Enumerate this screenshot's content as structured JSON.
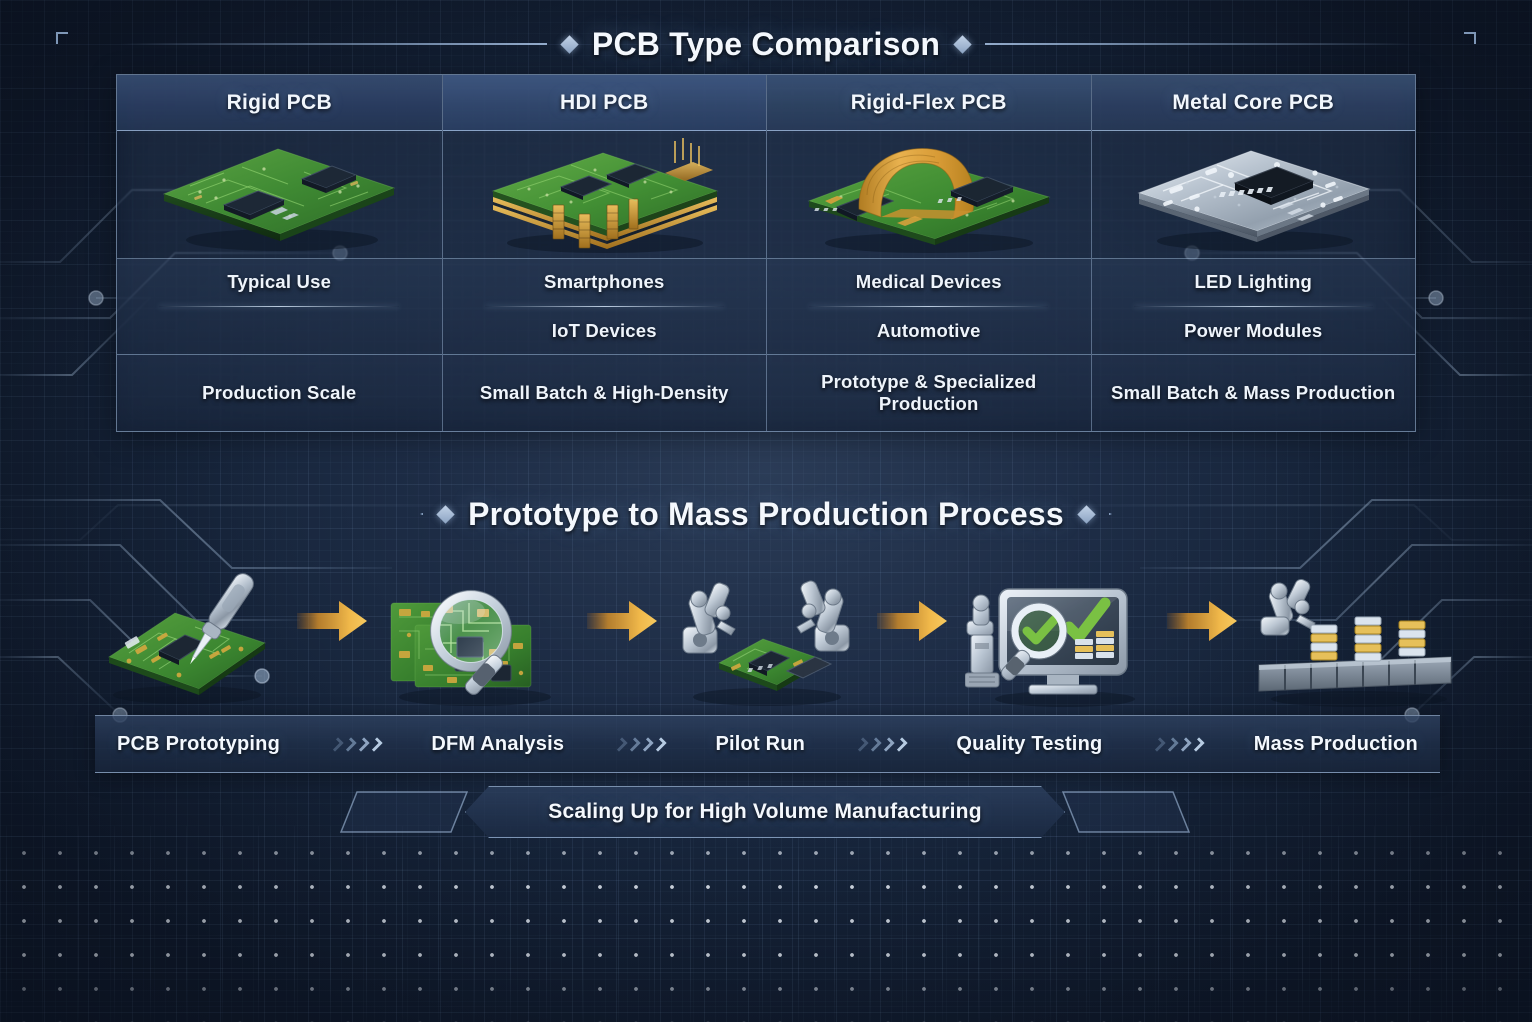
{
  "sections": {
    "comparison_title": "PCB Type Comparison",
    "process_title": "Prototype to Mass Production Process",
    "footer_banner": "Scaling Up for High Volume Manufacturing"
  },
  "comparison_table": {
    "columns": [
      {
        "header": "Rigid PCB",
        "image": "rigid-pcb-illustration",
        "typical_use": [
          "Typical Use"
        ],
        "production_scale": "Production Scale",
        "is_row_label_column": true
      },
      {
        "header": "HDI PCB",
        "image": "hdi-multilayer-pcb-illustration",
        "typical_use": [
          "Smartphones",
          "IoT Devices"
        ],
        "production_scale": "Small Batch & High-Density",
        "is_row_label_column": false
      },
      {
        "header": "Rigid-Flex PCB",
        "image": "rigid-flex-pcb-illustration",
        "typical_use": [
          "Medical Devices",
          "Automotive"
        ],
        "production_scale": "Prototype & Specialized Production",
        "is_row_label_column": false
      },
      {
        "header": "Metal Core PCB",
        "image": "metal-core-pcb-illustration",
        "typical_use": [
          "LED Lighting",
          "Power Modules"
        ],
        "production_scale": "Small Batch & Mass Production",
        "is_row_label_column": false
      }
    ]
  },
  "process_flow": {
    "steps": [
      {
        "label": "PCB Prototyping",
        "icon": "pcb-with-soldering-probe-icon"
      },
      {
        "label": "DFM Analysis",
        "icon": "pcb-with-magnifier-icon"
      },
      {
        "label": "Pilot Run",
        "icon": "robot-arms-assembly-icon"
      },
      {
        "label": "Quality Testing",
        "icon": "monitor-checkmark-inspection-icon"
      },
      {
        "label": "Mass Production",
        "icon": "conveyor-robot-stacks-icon"
      }
    ],
    "separator_icon": "double-chevron-right-icon",
    "arrow_icon": "arrow-right-icon",
    "arrow_count": 4
  },
  "colors": {
    "background_deep": "#101a2c",
    "background_mid": "#2b3c57",
    "panel_fill": "#2c4065",
    "border_line": "#b0cbec",
    "text_primary": "#f4f8fd",
    "accent_arrow": "#f0b84a",
    "accent_arrow_dark": "#c8822a",
    "pcb_green": "#3f8a33",
    "pcb_gold": "#d8a13c",
    "metal_silver": "#c3ccd6",
    "check_green": "#7ac143"
  }
}
